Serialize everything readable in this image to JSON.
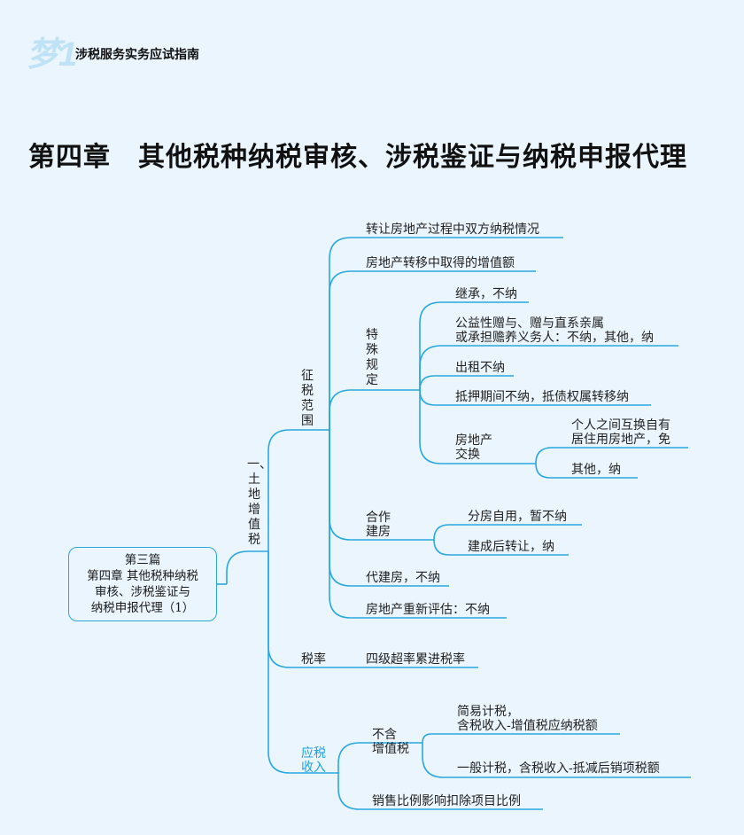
{
  "header": {
    "logo": "梦1",
    "book_title": "涉税服务实务应试指南"
  },
  "chapter_title": "第四章　其他税种纳税审核、涉税鉴证与纳税申报代理",
  "colors": {
    "line": "#29a8e0",
    "accent_text": "#1fa3e0",
    "background": "#eaf5fd"
  },
  "root": {
    "lines": [
      "第三篇",
      "第四章  其他税种纳税",
      "审核、涉税鉴证与",
      "纳税申报代理（1）"
    ]
  },
  "tax": {
    "label": "一、土地增值税",
    "scope": {
      "label": "征税范围",
      "transfer_both": "转让房地产过程中双方纳税情况",
      "gain": "房地产转移中取得的增值额",
      "special": {
        "label": "特殊规定",
        "inherit": "继承，不纳",
        "gift": [
          "公益性赠与、赠与直系亲属",
          "或承担赡养义务人：不纳，其他，纳"
        ],
        "rent": "出租不纳",
        "mortgage": "抵押期间不纳，抵债权属转移纳",
        "exchange": {
          "label": [
            "房地产",
            "交换"
          ],
          "personal": [
            "个人之间互换自有",
            "居住用房地产，免"
          ],
          "other": "其他，纳"
        }
      },
      "coop": {
        "label": [
          "合作",
          "建房"
        ],
        "self_use": "分房自用，暂不纳",
        "transfer": "建成后转让，纳"
      },
      "agent_build": "代建房，不纳",
      "revalue": "房地产重新评估：不纳"
    },
    "rate": {
      "label": "税率",
      "value": "四级超率累进税率"
    },
    "income": {
      "label": [
        "应税",
        "收入"
      ],
      "excl_vat": {
        "label": [
          "不含",
          "增值税"
        ],
        "simple": [
          "简易计税，",
          "含税收入-增值税应纳税额"
        ],
        "general": "一般计税，含税收入-抵减后销项税额"
      },
      "ratio": "销售比例影响扣除项目比例"
    }
  }
}
